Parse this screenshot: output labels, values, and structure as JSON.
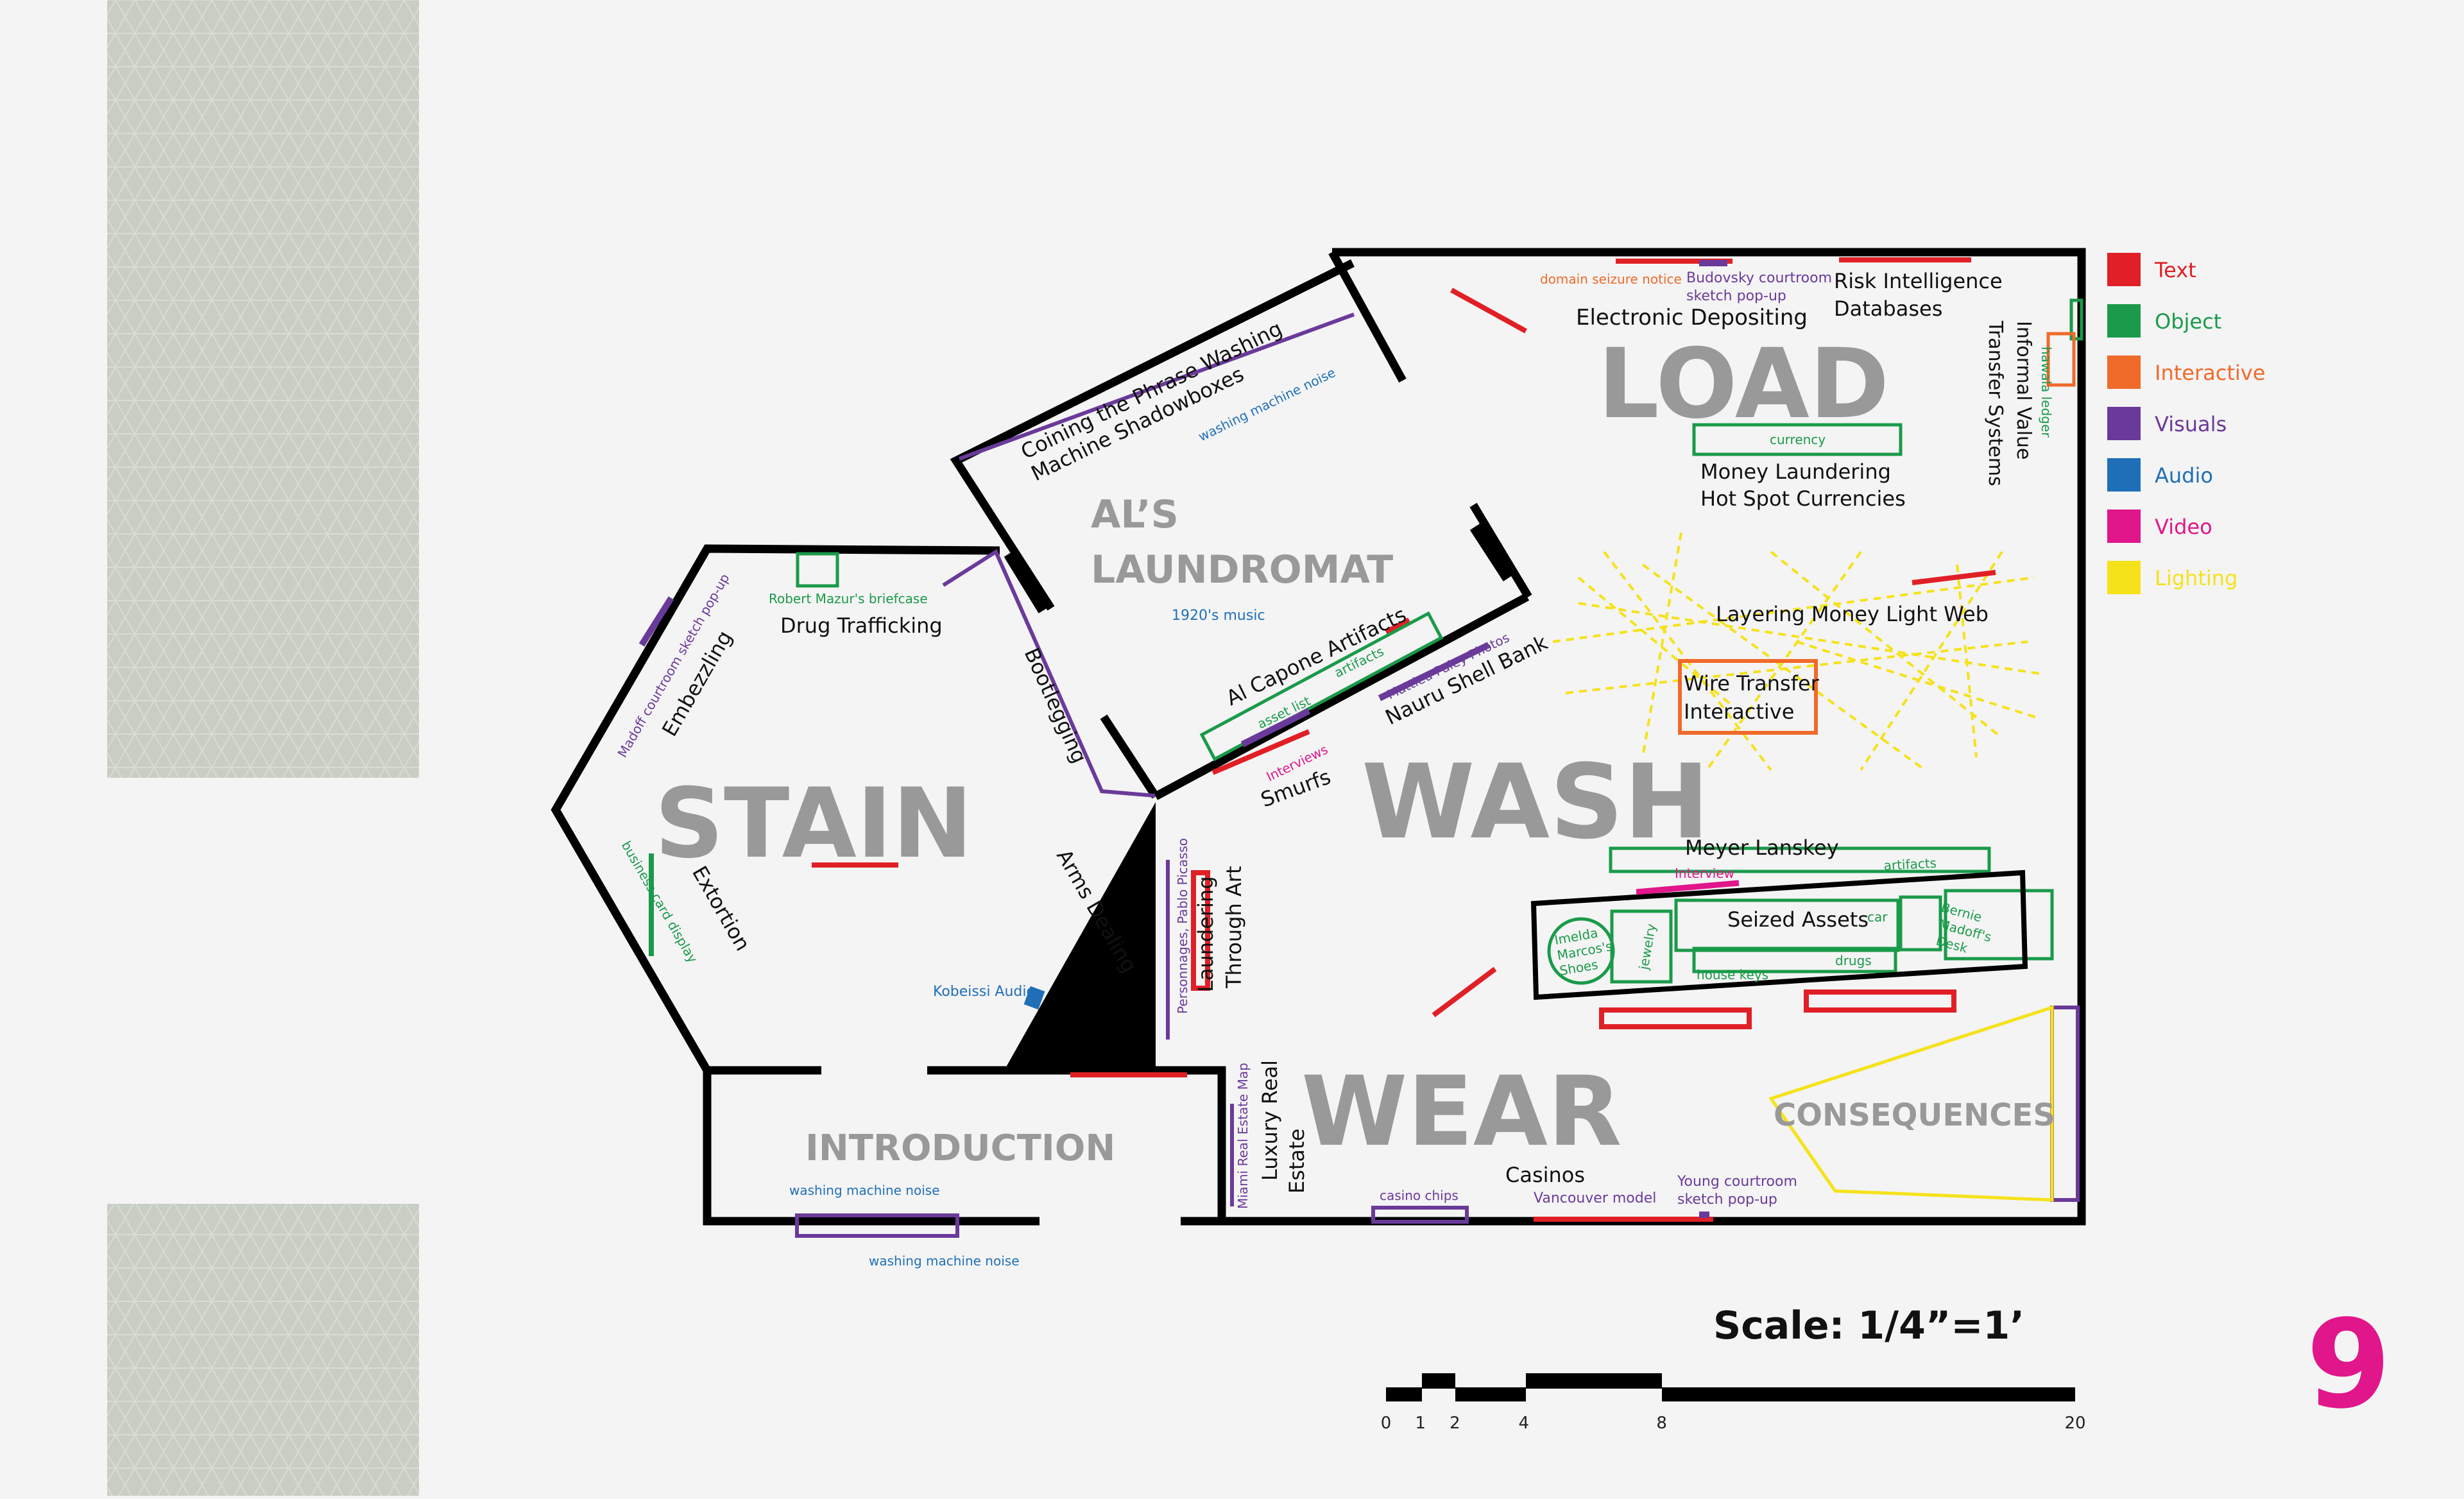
{
  "legend": {
    "items": [
      {
        "label": "Text",
        "color": "#e02026"
      },
      {
        "label": "Object",
        "color": "#1a9a4a"
      },
      {
        "label": "Interactive",
        "color": "#f06a2a"
      },
      {
        "label": "Visuals",
        "color": "#6a3a9a"
      },
      {
        "label": "Audio",
        "color": "#1f6fb8"
      },
      {
        "label": "Video",
        "color": "#e0168a"
      },
      {
        "label": "Lighting",
        "color": "#f5e21a"
      }
    ]
  },
  "zones": {
    "load": "LOAD",
    "wash": "WASH",
    "stain": "STAIN",
    "wear": "WEAR",
    "laundromat_1": "AL’S",
    "laundromat_2": "LAUNDROMAT",
    "introduction": "INTRODUCTION",
    "consequences": "CONSEQUENCES"
  },
  "labels": {
    "electronic_depositing": "Electronic Depositing",
    "risk_1": "Risk Intelligence",
    "risk_2": "Databases",
    "ivts_1": "Informal Value",
    "ivts_2": "Transfer Systems",
    "mlhc_1": "Money Laundering",
    "mlhc_2": "Hot Spot Currencies",
    "light_web": "Layering Money Light Web",
    "wire_1": "Wire Transfer",
    "wire_2": "Interactive",
    "coining_1": "Coining the Phrase Washing",
    "coining_2": "Machine Shadowboxes",
    "capone": "Al Capone Artifacts",
    "nauru": "Nauru Shell Bank",
    "smurfs": "Smurfs",
    "bootlegging": "Bootlegging",
    "drug_trafficking": "Drug Trafficking",
    "embezzling": "Embezzling",
    "extortion": "Extortion",
    "arms_dealing": "Arms Dealing",
    "art_1": "Laundering",
    "art_2": "Through Art",
    "meyer": "Meyer Lanskey",
    "seized": "Seized Assets",
    "luxury_1": "Luxury Real",
    "luxury_2": "Estate",
    "casinos": "Casinos"
  },
  "small_labels": {
    "domain_seizure": "domain seizure notice",
    "budovsky_1": "Budovsky courtroom",
    "budovsky_2": "sketch pop-up",
    "currency": "currency",
    "hawala": "hawala ledger",
    "washing_noise_top": "washing machine noise",
    "music_1920": "1920's music",
    "artifacts_capone": "artifacts",
    "asset_list": "asset list",
    "interviews": "Interviews",
    "paley": "Mattieu Paley Photos",
    "mazur": "Robert Mazur's briefcase",
    "madoff_sketch": "Madoff courtroom sketch pop-up",
    "business_card": "business card display",
    "kobeissi": "Kobeissi Audio",
    "picasso": "Personnages, Pablo Picasso",
    "interview": "Interview",
    "artifacts_meyer": "artifacts",
    "car": "car",
    "madoff_desk_1": "Bernie",
    "madoff_desk_2": "Madoff's",
    "madoff_desk_3": "Desk",
    "imelda_1": "Imelda",
    "imelda_2": "Marcos's",
    "imelda_3": "Shoes",
    "jewelry": "jewelry",
    "drugs": "drugs",
    "house_keys": "house keys",
    "miami_map": "Miami Real Estate Map",
    "casino_chips": "casino chips",
    "vancouver": "Vancouver model",
    "young_1": "Young courtroom",
    "young_2": "sketch pop-up",
    "washing_noise_intro_1": "washing machine noise",
    "washing_noise_intro_2": "washing machine noise"
  },
  "scale": {
    "title": "Scale: 1/4”=1’",
    "ticks": [
      "0",
      "1",
      "2",
      "4",
      "8",
      "20"
    ]
  },
  "page_number": "9"
}
